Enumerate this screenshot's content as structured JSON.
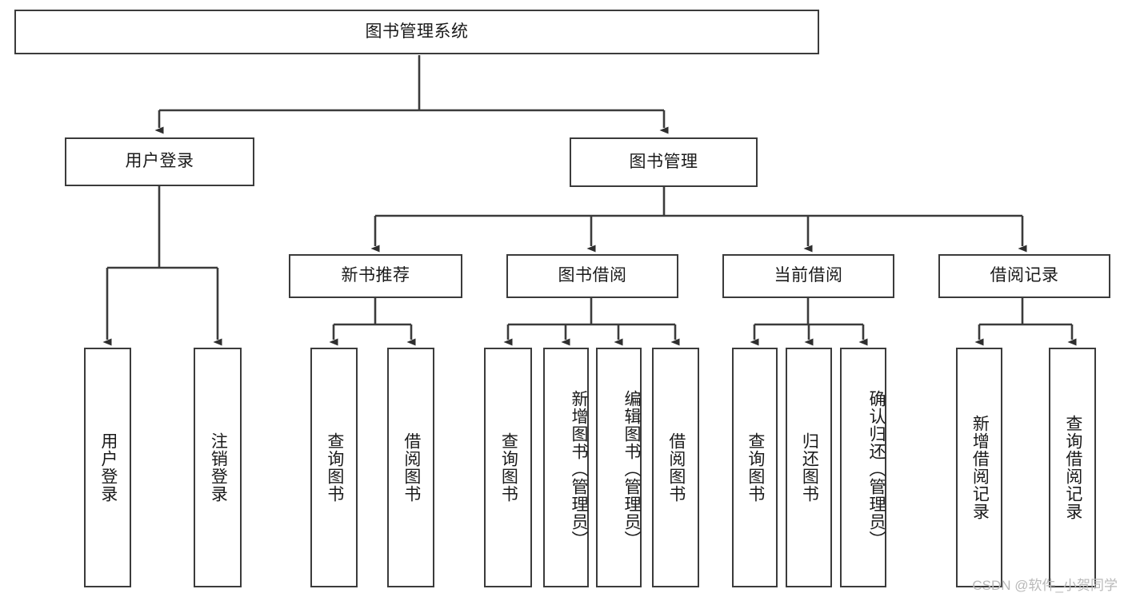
{
  "diagram": {
    "title": "图书管理系统",
    "type": "tree",
    "watermark": "CSDN @软件_小贺同学",
    "line_color": "#3b3b3b",
    "box_fill": "#ffffff",
    "text_color": "#1a1a1a",
    "watermark_color": "#b9b9b9"
  },
  "nodes": {
    "root": {
      "label": "图书管理系统",
      "level": 1,
      "orientation": "horizontal"
    },
    "level2": [
      {
        "id": "user-login",
        "label": "用户登录",
        "orientation": "horizontal"
      },
      {
        "id": "book-manage",
        "label": "图书管理",
        "orientation": "horizontal"
      }
    ],
    "level3": [
      {
        "id": "new-book-recommend",
        "label": "新书推荐",
        "orientation": "horizontal"
      },
      {
        "id": "book-borrow",
        "label": "图书借阅",
        "orientation": "horizontal"
      },
      {
        "id": "current-borrow",
        "label": "当前借阅",
        "orientation": "horizontal"
      },
      {
        "id": "borrow-record",
        "label": "借阅记录",
        "orientation": "horizontal"
      }
    ],
    "leaves": {
      "user-login": [
        {
          "id": "leaf-user-login",
          "label": "用户登录",
          "orientation": "vertical"
        },
        {
          "id": "leaf-logout-login",
          "label": "注销登录",
          "orientation": "vertical"
        }
      ],
      "new-book-recommend": [
        {
          "id": "leaf-query-book-1",
          "label": "查询图书",
          "orientation": "vertical"
        },
        {
          "id": "leaf-borrow-book-1",
          "label": "借阅图书",
          "orientation": "vertical"
        }
      ],
      "book-borrow": [
        {
          "id": "leaf-query-book-2",
          "label": "查询图书",
          "orientation": "vertical"
        },
        {
          "id": "leaf-add-book",
          "label": "新增图书（管理员）",
          "orientation": "vertical"
        },
        {
          "id": "leaf-edit-book",
          "label": "编辑图书（管理员）",
          "orientation": "vertical"
        },
        {
          "id": "leaf-borrow-book-2",
          "label": "借阅图书",
          "orientation": "vertical"
        }
      ],
      "current-borrow": [
        {
          "id": "leaf-query-book-3",
          "label": "查询图书",
          "orientation": "vertical"
        },
        {
          "id": "leaf-return-book",
          "label": "归还图书",
          "orientation": "vertical"
        },
        {
          "id": "leaf-confirm-return",
          "label": "确认归还（管理员）",
          "orientation": "vertical"
        }
      ],
      "borrow-record": [
        {
          "id": "leaf-add-record",
          "label": "新增借阅记录",
          "orientation": "vertical"
        },
        {
          "id": "leaf-query-record",
          "label": "查询借阅记录",
          "orientation": "vertical"
        }
      ]
    }
  }
}
